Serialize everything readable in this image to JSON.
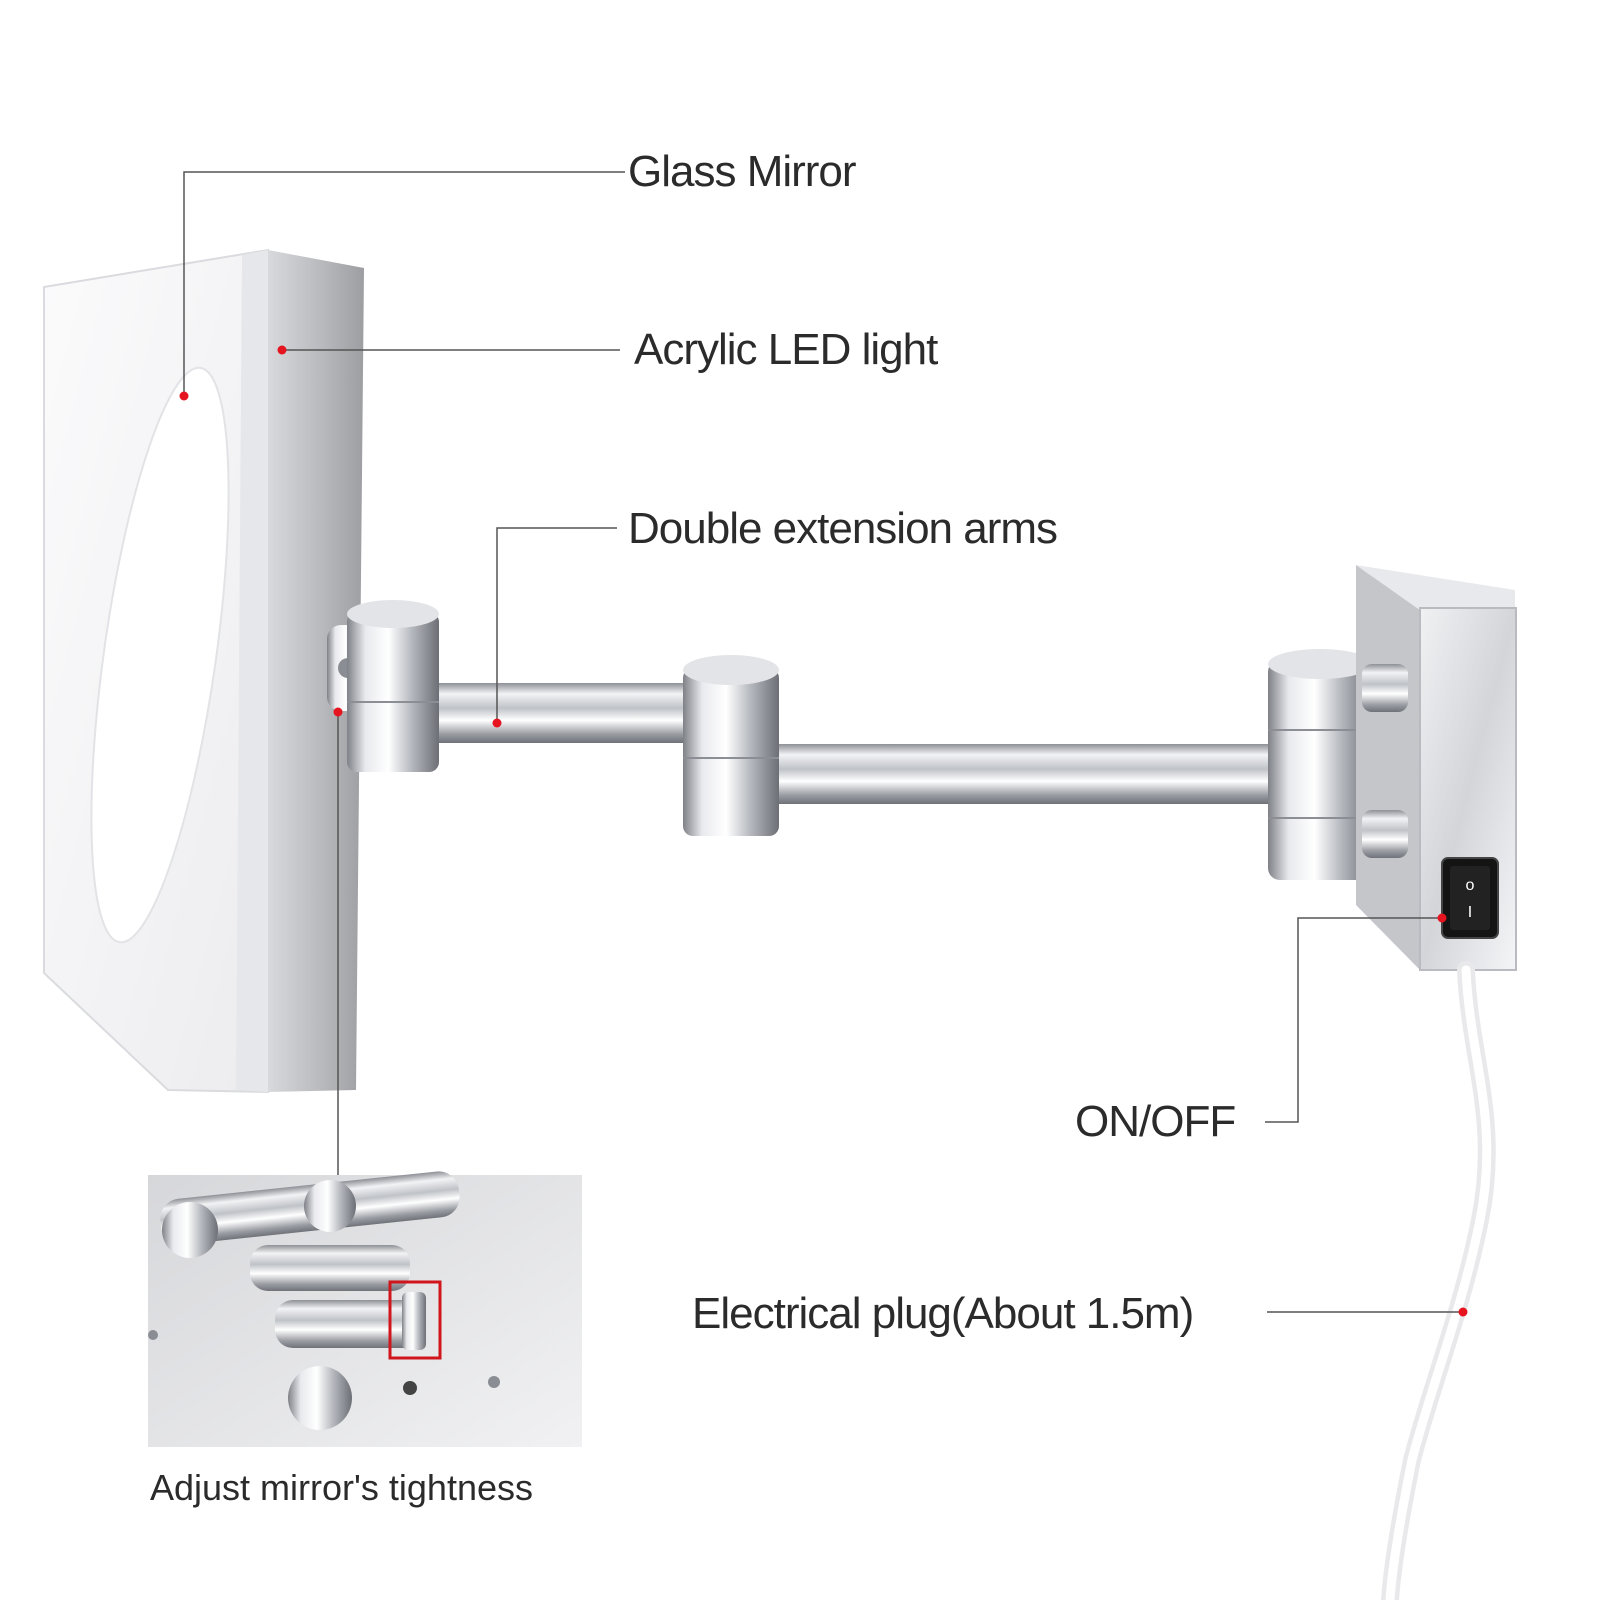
{
  "callouts": {
    "glass_mirror": "Glass Mirror",
    "acrylic_led": "Acrylic LED light",
    "extension_arms": "Double extension arms",
    "on_off": "ON/OFF",
    "electrical_plug": "Electrical plug(About 1.5m)"
  },
  "inset": {
    "caption": "Adjust mirror's tightness"
  },
  "switch": {
    "top_symbol": "o",
    "bottom_symbol": "I"
  },
  "colors": {
    "callout_line": "#555555",
    "callout_dot": "#e5141e",
    "highlight_box": "#d0161c",
    "chrome": "#c9ccd2",
    "mirror_frame": "#f4f4f6"
  },
  "icons": [
    "callout-dot"
  ]
}
